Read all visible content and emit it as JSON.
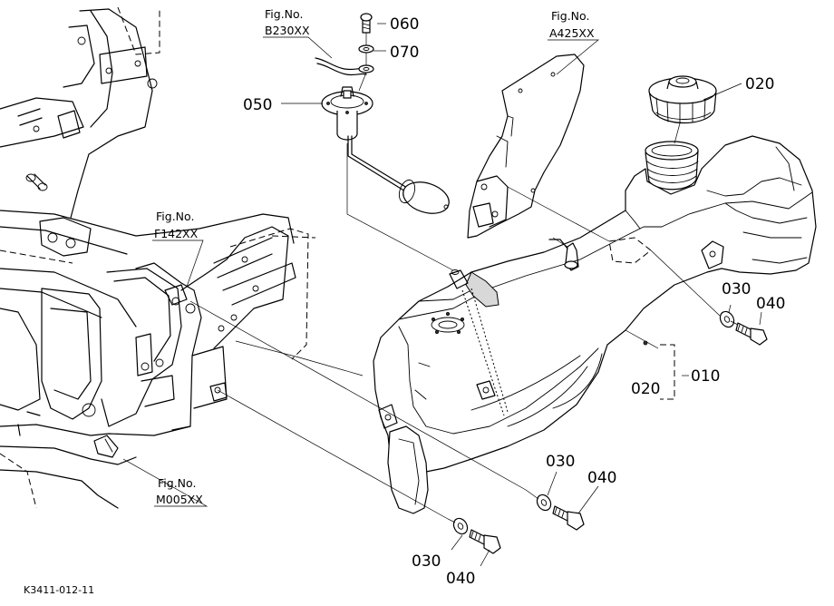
{
  "labels": {
    "p060": "060",
    "p070": "070",
    "p050": "050",
    "p020_cap": "020",
    "p020_tank": "020",
    "p010": "010",
    "p030_right": "030",
    "p040_right": "040",
    "p030_mid": "030",
    "p040_mid": "040",
    "p030_bottom": "030",
    "p040_bottom": "040"
  },
  "fig_refs": {
    "b230": {
      "title": "Fig.No.",
      "code": "B230XX"
    },
    "a425": {
      "title": "Fig.No.",
      "code": "A425XX"
    },
    "f142": {
      "title": "Fig.No.",
      "code": "F142XX"
    },
    "m005": {
      "title": "Fig.No.",
      "code": "M005XX"
    }
  },
  "drawing_code": "K3411-012-11"
}
